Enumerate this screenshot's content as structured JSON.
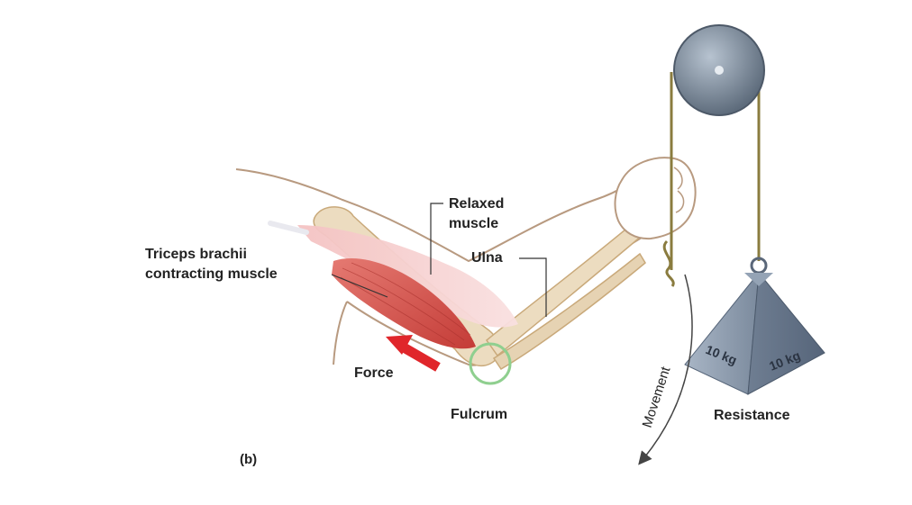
{
  "diagram": {
    "panel_label": "(b)",
    "labels": {
      "relaxed_muscle_line1": "Relaxed",
      "relaxed_muscle_line2": "muscle",
      "ulna": "Ulna",
      "triceps_line1": "Triceps brachii",
      "triceps_line2": "contracting muscle",
      "force": "Force",
      "fulcrum": "Fulcrum",
      "movement": "Movement",
      "resistance": "Resistance",
      "weight_left": "10 kg",
      "weight_right": "10 kg"
    },
    "colors": {
      "bone": "#ecdcc0",
      "bone_outline": "#c9a97a",
      "skin_outline": "#b89a80",
      "contracting_muscle": "#d9534f",
      "relaxed_muscle": "#f2b8b8",
      "force_arrow": "#e0262b",
      "fulcrum_ring": "#8fcf8f",
      "pulley": "#7f8ea0",
      "rope": "#8a7c3f",
      "weight": "#8493a6"
    }
  }
}
